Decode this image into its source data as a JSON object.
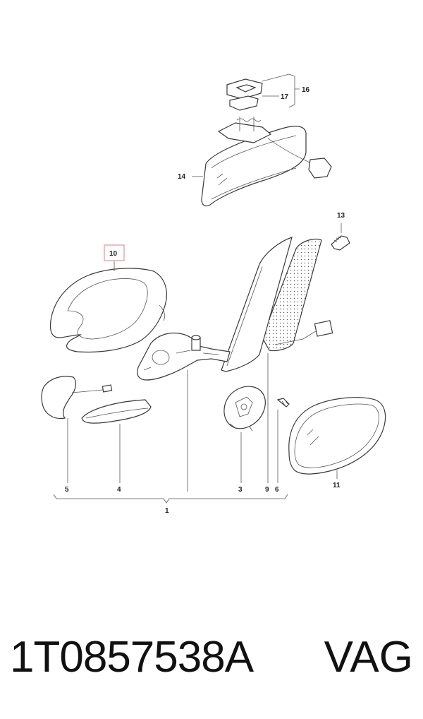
{
  "diagram": {
    "callouts": {
      "c1": "1",
      "c3": "3",
      "c4": "4",
      "c5": "5",
      "c6": "6",
      "c9": "9",
      "c10": "10",
      "c11": "11",
      "c13": "13",
      "c14": "14",
      "c16": "16",
      "c17": "17"
    },
    "highlight_color": "#e8a0a8"
  },
  "caption": {
    "part_number": "1T0857538A",
    "brand": "VAG"
  }
}
